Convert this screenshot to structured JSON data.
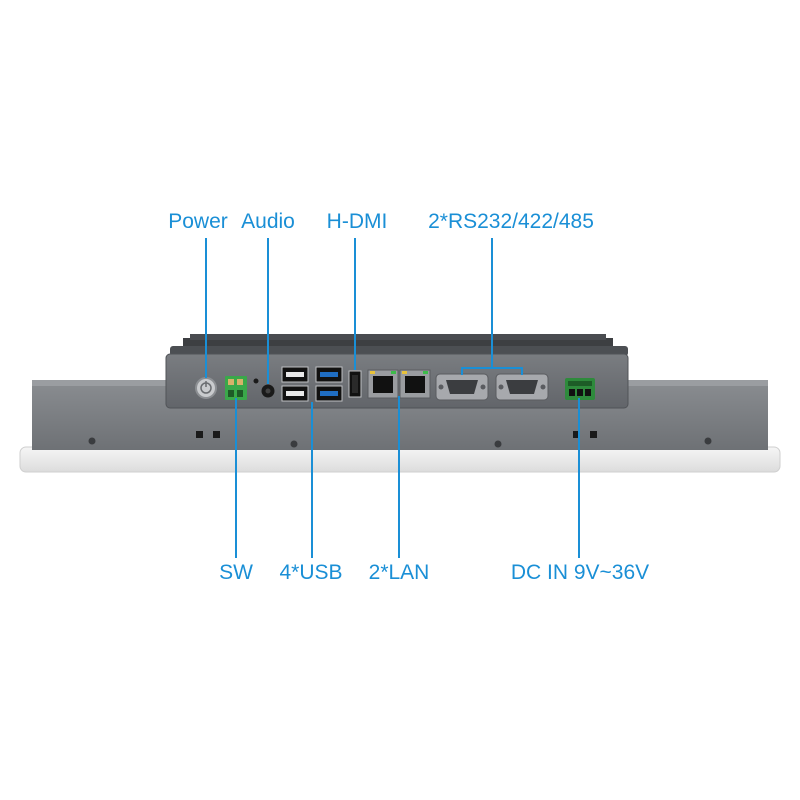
{
  "colors": {
    "accent": "#1a8fd6",
    "chassis": "#7c7f83",
    "chassis_dark": "#5d6064",
    "io_panel": "#6f7276",
    "port_black": "#1a1a1a",
    "terminal_green": "#3aa84a",
    "bezel": "#ededed"
  },
  "labels": {
    "power": "Power",
    "audio": "Audio",
    "hdmi": "H-DMI",
    "serial": "2*RS232/422/485",
    "sw": "SW",
    "usb": "4*USB",
    "lan": "2*LAN",
    "dc_in": "DC IN 9V~36V"
  },
  "icons": {
    "power_button": "power-button-icon",
    "audio_jack": "audio-jack-icon",
    "hdmi_port": "hdmi-port-icon",
    "usb_port": "usb-port-icon",
    "lan_port": "rj45-port-icon",
    "serial_port": "db9-port-icon",
    "switch_terminal": "terminal-block-icon",
    "dc_terminal": "dc-terminal-icon"
  }
}
